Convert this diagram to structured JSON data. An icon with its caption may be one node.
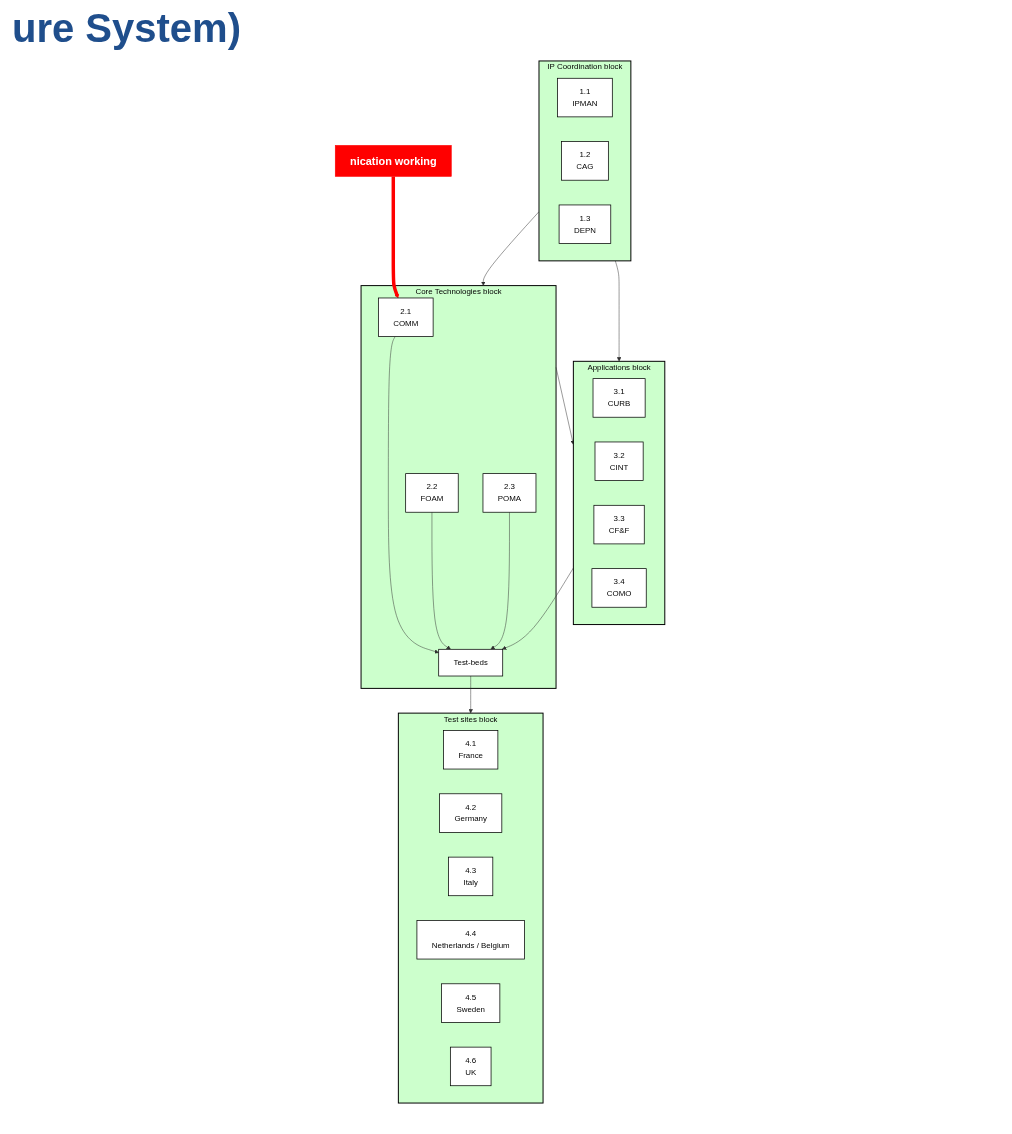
{
  "diagram": {
    "nodes": [
      {
        "text": [
          "IP Coordination block"
        ]
      },
      {
        "text": [
          "1.1",
          "IPMAN"
        ],
        "in": 0
      },
      {
        "text": [
          "1.2",
          "CAG"
        ],
        "in": 0
      },
      {
        "text": [
          "1.3",
          "DEPN"
        ],
        "in": 0
      },
      {
        "text": [
          "Core Technologies block"
        ]
      },
      {
        "text": [
          "2.1",
          "COMM"
        ],
        "in": 4
      },
      {
        "text": [
          "2.2",
          "FOAM"
        ],
        "in": 4
      },
      {
        "text": [
          "2.3",
          "POMA"
        ],
        "in": 4
      },
      {
        "text": [
          "Test-beds"
        ],
        "in": 4
      },
      {
        "text": [
          "nication working"
        ]
      },
      {
        "text": [
          "Applications block"
        ]
      },
      {
        "text": [
          "3.1",
          "CURB"
        ],
        "in": 10
      },
      {
        "text": [
          "3.2",
          "CINT"
        ],
        "in": 10
      },
      {
        "text": [
          "3.3",
          "CF&F"
        ],
        "in": 10
      },
      {
        "text": [
          "3.4",
          "COMO"
        ],
        "in": 10
      },
      {
        "text": [
          "Test sites block"
        ]
      },
      {
        "text": [
          "4.1",
          "France"
        ],
        "in": 15
      },
      {
        "text": [
          "4.2",
          "Germany"
        ],
        "in": 15
      },
      {
        "text": [
          "4.3",
          "Italy"
        ],
        "in": 15
      },
      {
        "text": [
          "4.4",
          "Netherlands / Belgium"
        ],
        "in": 15
      },
      {
        "text": [
          "4.5",
          "Sweden"
        ],
        "in": 15
      },
      {
        "text": [
          "4.6",
          "UK"
        ],
        "in": 15
      }
    ],
    "edges": [
      {
        "from": 0,
        "to": 4,
        "arrow": "to"
      },
      {
        "from": 0,
        "to": 10,
        "arrow": "to"
      },
      {
        "from": 5,
        "to": 8,
        "arrow": "to"
      },
      {
        "from": 6,
        "to": 8,
        "arrow": "to"
      },
      {
        "from": 7,
        "to": 8,
        "arrow": "to"
      },
      {
        "from": 4,
        "to": 10,
        "arrow": "to"
      },
      {
        "from": 10,
        "to": 8,
        "arrow": "to"
      },
      {
        "from": 8,
        "to": 15,
        "arrow": "to"
      },
      {
        "from": 9,
        "to": 5,
        "arrow": "to",
        "style": "thick",
        "color": "#ff0000"
      }
    ],
    "labels": [
      "ure System)"
    ]
  }
}
